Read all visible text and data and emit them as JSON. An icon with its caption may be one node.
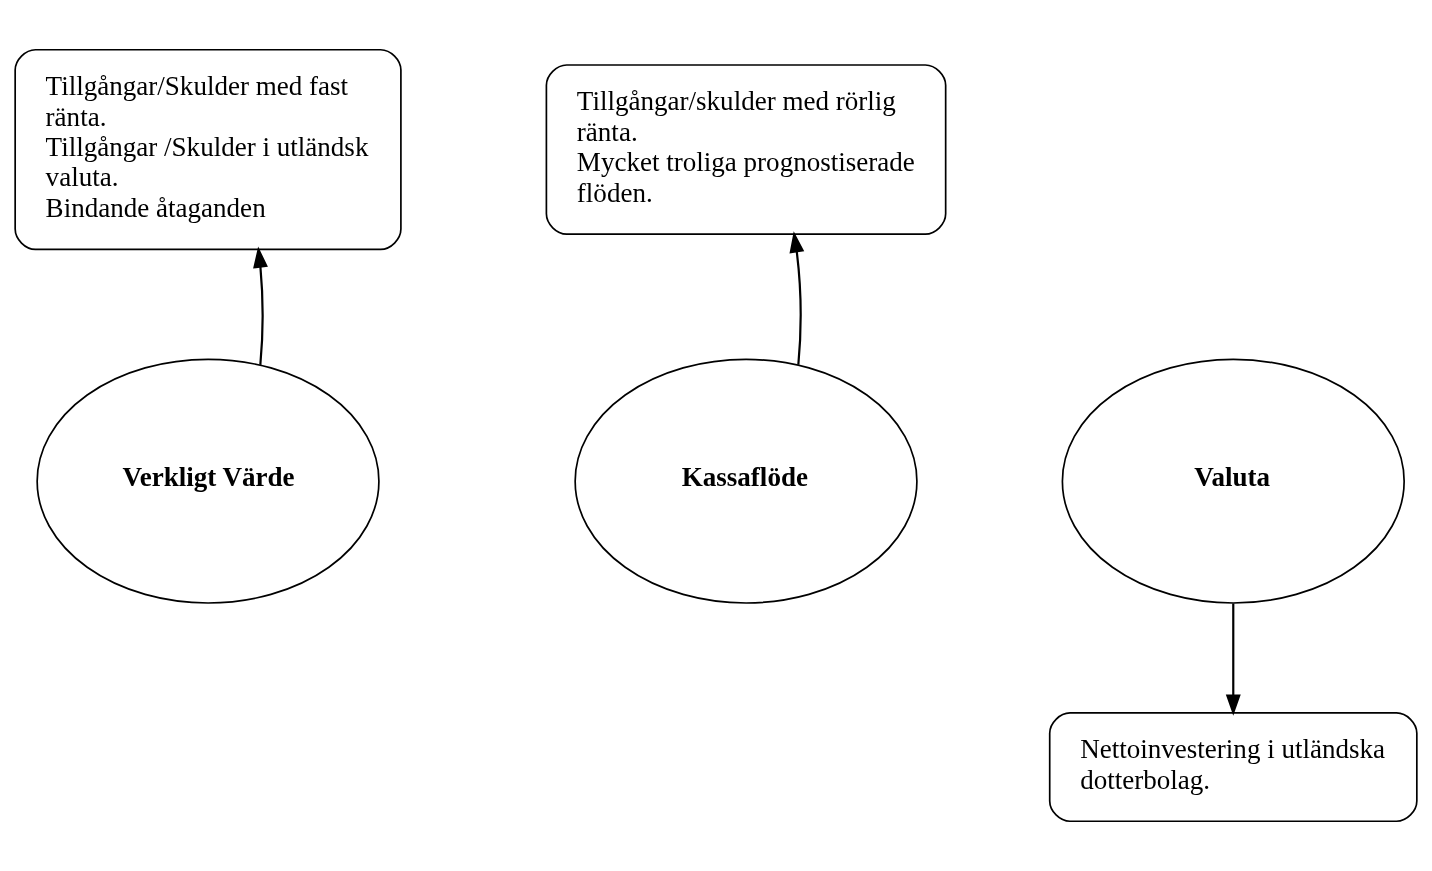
{
  "diagram": {
    "nodes": [
      {
        "text": [
          "Tillgångar/Skulder med fast ränta.",
          "Tillgångar /Skulder i utländsk valuta.",
          "Bindande åtaganden"
        ]
      },
      {
        "text": [
          "Tillgångar/skulder med rörlig ränta.",
          "Mycket troliga prognostiserade flöden."
        ]
      },
      {
        "text": [
          "Verkligt Värde"
        ]
      },
      {
        "text": [
          "Kassaflöde"
        ]
      },
      {
        "text": [
          "Valuta"
        ]
      },
      {
        "text": [
          "Nettoinvestering i utländska dotterbolag."
        ]
      }
    ],
    "edges": [
      {
        "from": 2,
        "to": 0,
        "arrow": "to"
      },
      {
        "from": 3,
        "to": 1,
        "arrow": "to"
      },
      {
        "from": 4,
        "to": 5,
        "arrow": "to"
      }
    ]
  }
}
